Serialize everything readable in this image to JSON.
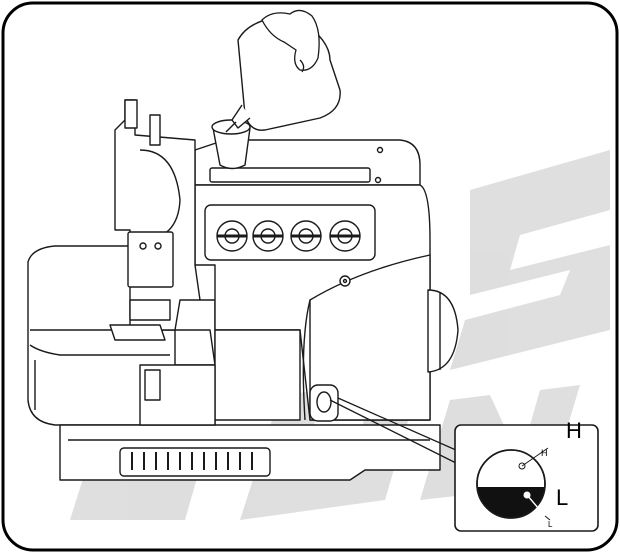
{
  "diagram": {
    "labels": {
      "high_big": "H",
      "high_small": "H",
      "low_big": "L",
      "low_small": "L"
    },
    "watermark": "Sun S",
    "colors": {
      "line": "#1a1a1a",
      "oil_fill": "#111111",
      "watermark": "#d9d9d9",
      "frame": "#000000",
      "background": "#ffffff"
    }
  }
}
